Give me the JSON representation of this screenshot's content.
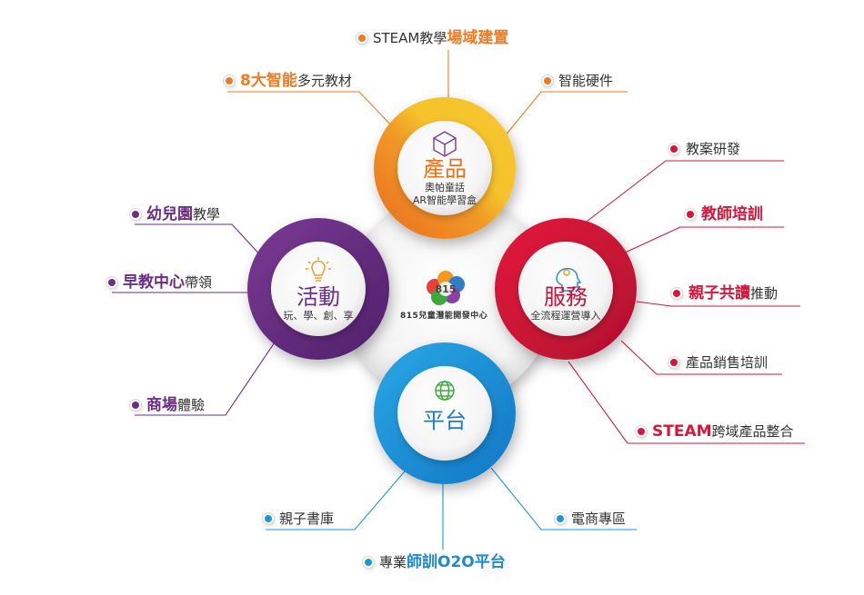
{
  "colors": {
    "orange": "#ee7a22",
    "yellow": "#f5c32c",
    "red": "#d6173a",
    "purple": "#6b2d86",
    "blue": "#1b97db"
  },
  "center": {
    "logo_text": "815兒童潛能開發中心",
    "logo_icon": "brain-815-logo-icon"
  },
  "nodes": {
    "product": {
      "title": "產品",
      "sub1": "奧帕童話",
      "sub2": "AR智能學習盒",
      "icon": "cube-icon"
    },
    "activity": {
      "title": "活動",
      "sub1": "玩、學、創、享",
      "icon": "lightbulb-icon"
    },
    "service": {
      "title": "服務",
      "sub1": "全流程運營導入",
      "icon": "idea-head-icon"
    },
    "platform": {
      "title": "平台",
      "icon": "globe-icon"
    }
  },
  "labels": {
    "steam_field": {
      "pre": "STEAM教學",
      "em": "場域建置"
    },
    "smart8": {
      "em": "8大智能",
      "post": "多元教材"
    },
    "hardware": {
      "pre": "智能硬件"
    },
    "lesson_plan": {
      "pre": "教案研發"
    },
    "teacher_training": {
      "em": "教師培訓"
    },
    "parent_reading": {
      "em": "親子共讀",
      "post": "推動"
    },
    "sales_training": {
      "pre": "產品銷售培訓"
    },
    "steam_integration": {
      "em": "STEAM",
      "post": "跨域產品整合"
    },
    "kindergarten": {
      "em": "幼兒園",
      "post": "教學"
    },
    "early_edu": {
      "em": "早教中心",
      "post": "帶領"
    },
    "mall": {
      "em": "商場",
      "post": "體驗"
    },
    "parent_library": {
      "pre": "親子書庫"
    },
    "ecommerce": {
      "pre": "電商專區"
    },
    "o2o": {
      "pre": "專業",
      "em": "師訓O2O平台"
    }
  }
}
